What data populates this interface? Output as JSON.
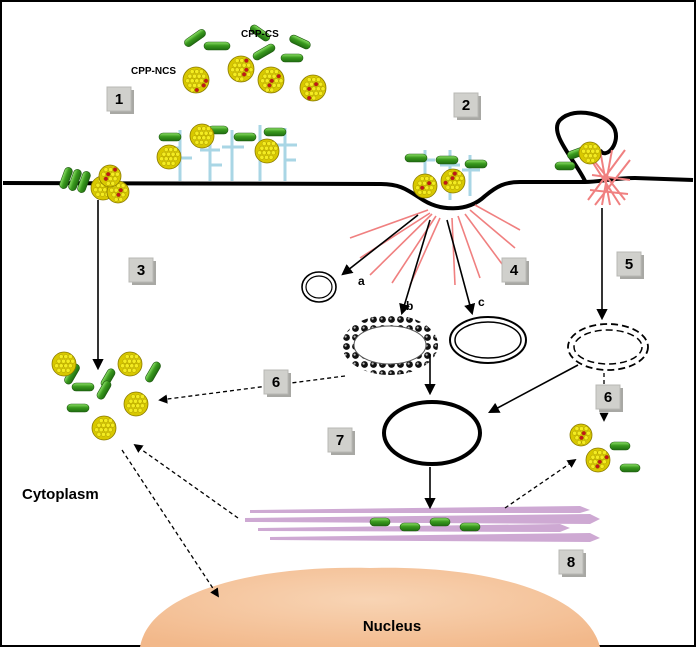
{
  "labels": {
    "cpp_cs": "CPP-CS",
    "cpp_ncs": "CPP-NCS",
    "cytoplasm": "Cytoplasm",
    "nucleus": "Nucleus"
  },
  "steps": [
    "1",
    "2",
    "3",
    "4",
    "5",
    "6",
    "6",
    "7",
    "8"
  ],
  "pathway_letters": [
    "a",
    "b",
    "c"
  ],
  "colors": {
    "rod_fill": "#3a9a1e",
    "rod_highlight": "#7ed957",
    "nanoparticle_yellow": "#e8e000",
    "nanoparticle_red": "#c01818",
    "receptor_blue": "#a9d6e5",
    "actin_pink": "#f08080",
    "nucleus_fill": "#f6c9a4",
    "cytoskeleton_purple": "#c9a0cf",
    "badge_gray": "#d0d0cc"
  },
  "icons": [
    "cpp-cs-rod",
    "cpp-ncs-nanoparticle",
    "proteoglycan-receptor",
    "actin-filament",
    "endocytic-vesicle",
    "macropinosome",
    "caveosome",
    "clathrin-coated-vesicle",
    "endosome",
    "cytoskeleton-filament",
    "nucleus"
  ]
}
